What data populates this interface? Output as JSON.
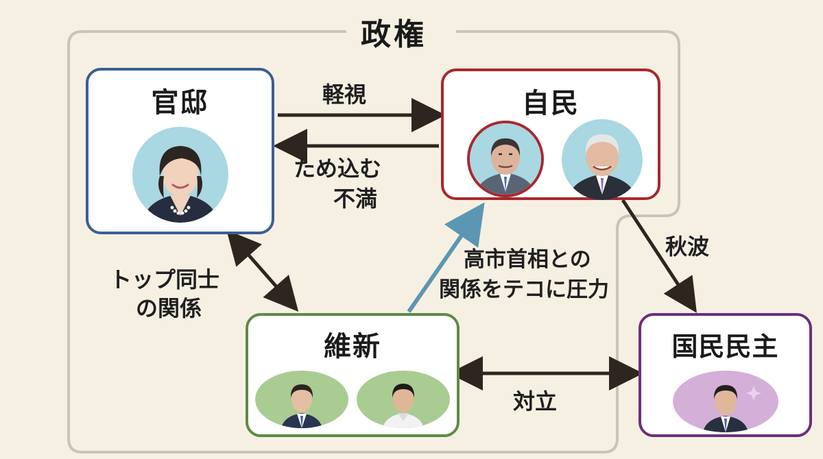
{
  "diagram": {
    "title": "政権",
    "nodes": {
      "kantei": {
        "label": "官邸",
        "color": "#3a5f95"
      },
      "jimin": {
        "label": "自民",
        "color": "#a8282d"
      },
      "ishin": {
        "label": "維新",
        "color": "#5e8a45"
      },
      "kokumin": {
        "label": "国民民主",
        "color": "#6b2f7e"
      }
    },
    "edges": {
      "keishi": "軽視",
      "fuman_line1": "ため込む",
      "fuman_line2": "不満",
      "top_line1": "トップ同士",
      "top_line2": "の関係",
      "pressure_line1": "高市首相との",
      "pressure_line2": "関係をテコに圧力",
      "shuuha": "秋波",
      "tairitsu": "対立"
    },
    "colors": {
      "background": "#f6f0e3",
      "frame": "#c9c4b8",
      "arrow": "#2e2520",
      "arrow_accent": "#5b97b3"
    }
  }
}
